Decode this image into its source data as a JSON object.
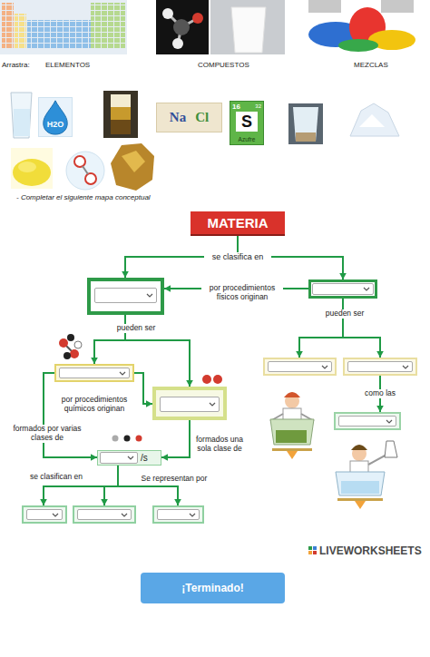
{
  "diagram": {
    "nodes": [
      {
        "text": [
          "H2O"
        ]
      },
      {
        "text": [
          "Na",
          "Cl"
        ]
      },
      {
        "text": [
          "16",
          "32",
          "S",
          "Azufre"
        ]
      },
      {
        "text": [
          "MATERIA"
        ]
      },
      {
        "text": []
      },
      {
        "text": []
      },
      {
        "text": []
      },
      {
        "text": []
      },
      {
        "text": [
          "/s"
        ]
      },
      {
        "text": []
      },
      {
        "text": []
      },
      {
        "text": []
      },
      {
        "text": []
      },
      {
        "text": []
      },
      {
        "text": []
      },
      {
        "text": [
          "¡Terminado!"
        ]
      }
    ],
    "edges": [
      {
        "from": 3,
        "to": 4,
        "arrow": "to",
        "label": "se clasifica en"
      },
      {
        "from": 3,
        "to": 5,
        "arrow": "to"
      },
      {
        "from": 5,
        "to": 4,
        "arrow": "to",
        "label": "por procedimientos físicos originan"
      },
      {
        "from": 4,
        "to": 6,
        "arrow": "to",
        "label": "pueden ser"
      },
      {
        "from": 4,
        "to": 7,
        "arrow": "to"
      },
      {
        "from": 6,
        "to": 7,
        "arrow": "to",
        "label": "por procedimientos químicos originan"
      },
      {
        "from": 6,
        "to": 8,
        "arrow": "to",
        "label": "formados por varias clases de"
      },
      {
        "from": 7,
        "to": 8,
        "arrow": "to",
        "label": "formados una sola clase de"
      },
      {
        "from": 8,
        "to": 9,
        "arrow": "to",
        "label": "se clasifican en"
      },
      {
        "from": 8,
        "to": 10,
        "arrow": "to"
      },
      {
        "from": 8,
        "to": 11,
        "arrow": "to",
        "label": "Se representan por"
      },
      {
        "from": 5,
        "to": 12,
        "arrow": "to",
        "label": "pueden ser"
      },
      {
        "from": 5,
        "to": 13,
        "arrow": "to"
      },
      {
        "from": 13,
        "to": 14,
        "arrow": "to",
        "label": "como las"
      }
    ],
    "labels": [
      "Arrastra:",
      "ELEMENTOS",
      "COMPUESTOS",
      "MEZCLAS",
      "- Completar el siguiente mapa conceptual",
      "LIVEWORKSHEETS"
    ]
  }
}
